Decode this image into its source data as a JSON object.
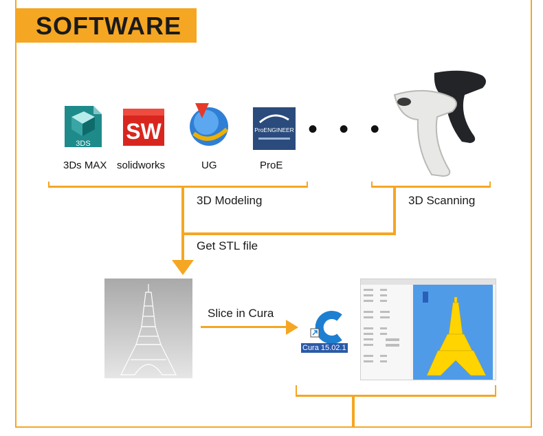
{
  "header": {
    "title": "SOFTWARE"
  },
  "software": [
    {
      "name": "3Ds MAX",
      "icon": "3ds-max-icon",
      "icon_text": "3DS"
    },
    {
      "name": "solidworks",
      "icon": "solidworks-icon",
      "icon_text": "SW"
    },
    {
      "name": "UG",
      "icon": "ug-nx-icon"
    },
    {
      "name": "ProE",
      "icon": "pro-engineer-icon",
      "icon_text": "ProENGINEER"
    }
  ],
  "ellipsis": "• • •",
  "modeling_label": "3D Modeling",
  "scanning_label": "3D Scanning",
  "stl_label": "Get STL file",
  "slice_label": "Slice in Cura",
  "cura_shortcut_label": "Cura 15.02.1",
  "colors": {
    "accent": "#f5a623",
    "cura_blue": "#1e7fd1",
    "model_yellow": "#ffd400"
  }
}
